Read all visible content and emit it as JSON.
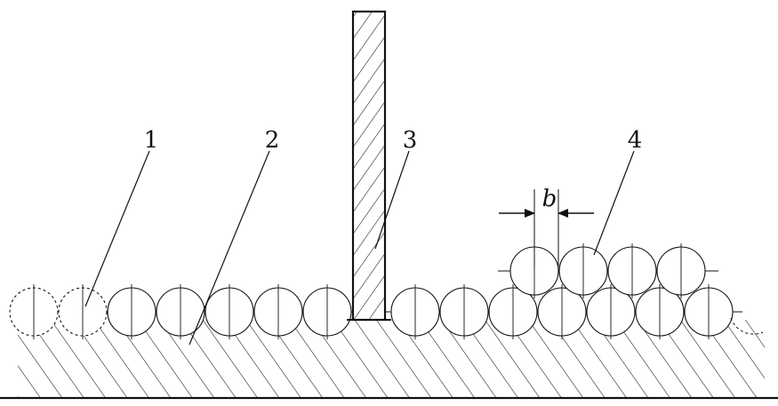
{
  "labels": {
    "item1": "1",
    "item2": "2",
    "item3": "3",
    "item4": "4",
    "dimension_b": "b"
  },
  "colors": {
    "stroke": "#111111",
    "background": "#ffffff"
  }
}
